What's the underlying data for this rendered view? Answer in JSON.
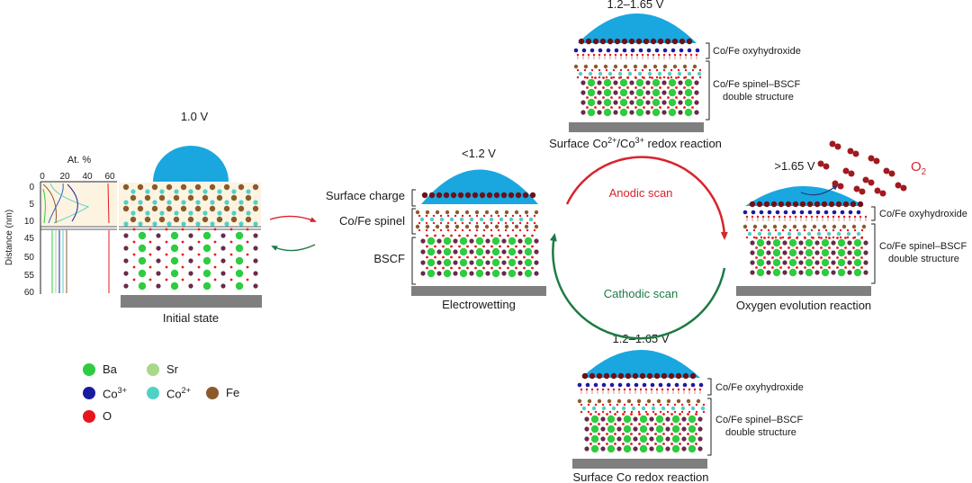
{
  "colors": {
    "ba": "#2ecc40",
    "sr": "#a8d88a",
    "co3": "#1a1aa0",
    "co2": "#4fd1c5",
    "fe": "#8b5a2b",
    "o": "#e8161b",
    "droplet": "#1aa7e0",
    "substrate": "#7f7f7f",
    "anodic": "#d9232d",
    "cathodic": "#1e7a45",
    "surface_atom": "#6b1218",
    "b_site": "#6a2a4a"
  },
  "initial": {
    "voltage": "1.0 V",
    "caption": "Initial state",
    "profile": {
      "title": "At. %",
      "x_ticks": [
        "0",
        "20",
        "40",
        "60"
      ],
      "y_ticks": [
        "0",
        "5",
        "10",
        "45",
        "50",
        "55",
        "60"
      ],
      "y_label": "Distance (nm)"
    }
  },
  "electrowetting": {
    "voltage": "<1.2 V",
    "caption": "Electrowetting",
    "labels": {
      "surface_charge": "Surface charge",
      "spinel": "Co/Fe spinel",
      "bscf": "BSCF"
    }
  },
  "top": {
    "voltage": "1.2–1.65 V",
    "caption_prefix": "Surface Co",
    "caption_sup1": "2+",
    "caption_mid": "/Co",
    "caption_sup2": "3+",
    "caption_suffix": " redox reaction",
    "label_oxy": "Co/Fe oxyhydroxide",
    "label_double_1": "Co/Fe spinel–BSCF",
    "label_double_2": "double structure"
  },
  "oer": {
    "voltage": ">1.65 V",
    "caption": "Oxygen evolution reaction",
    "o2_main": "O",
    "o2_sub": "2",
    "label_oxy": "Co/Fe oxyhydroxide",
    "label_double_1": "Co/Fe spinel–BSCF",
    "label_double_2": "double structure"
  },
  "bottom": {
    "voltage": "1.2–1.65 V",
    "caption": "Surface Co redox reaction",
    "label_oxy": "Co/Fe oxyhydroxide",
    "label_double_1": "Co/Fe spinel–BSCF",
    "label_double_2": "double structure"
  },
  "cycle": {
    "anodic": "Anodic scan",
    "cathodic": "Cathodic scan"
  },
  "legend": {
    "ba": "Ba",
    "sr": "Sr",
    "fe": "Fe",
    "co3_main": "Co",
    "co3_sup": "3+",
    "co2_main": "Co",
    "co2_sup": "2+",
    "o": "O"
  }
}
